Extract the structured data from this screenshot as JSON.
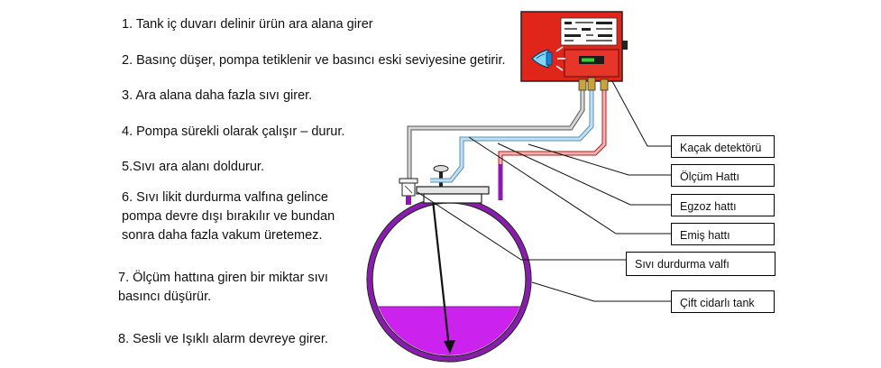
{
  "steps": [
    {
      "id": 1,
      "lines": [
        "1. Tank iç duvarı delinir ürün ara alana girer"
      ]
    },
    {
      "id": 2,
      "lines": [
        "2. Basınç düşer, pompa tetiklenir ve basıncı eski seviyesine getirir."
      ]
    },
    {
      "id": 3,
      "lines": [
        "3. Ara alana daha fazla sıvı girer."
      ]
    },
    {
      "id": 4,
      "lines": [
        "4. Pompa sürekli olarak çalışır – durur."
      ]
    },
    {
      "id": 5,
      "lines": [
        "5.Sıvı ara alanı doldurur."
      ]
    },
    {
      "id": 6,
      "lines": [
        "6. Sıvı likit durdurma valfına gelince",
        "pompa devre dışı bırakılır ve bundan",
        "sonra daha fazla vakum üretemez."
      ]
    },
    {
      "id": 7,
      "lines": [
        "7. Ölçüm hattına giren bir miktar sıvı",
        "basıncı düşürür."
      ]
    },
    {
      "id": 8,
      "lines": [
        "8. Sesli ve Işıklı alarm devreye girer."
      ]
    }
  ],
  "labels": {
    "detector": "Kaçak detektörü",
    "measure_line": "Ölçüm Hattı",
    "exhaust_line": "Egzoz hattı",
    "suction_line": "Emiş hattı",
    "stop_valve": "Sıvı durdurma valfı",
    "double_wall_tank": "Çift cidarlı tank"
  },
  "colors": {
    "detector_body": "#e0261b",
    "liquid": "#cc22ee",
    "tank_wall": "#8a1ab0",
    "measure_pipe": "#9ac4e6",
    "exhaust_pipe": "#e23a3a",
    "suction_pipe": "#8e8e8e"
  },
  "icons": {
    "alarm": "speaker-icon",
    "display": "lcd-display-icon",
    "valve": "valve-icon"
  }
}
